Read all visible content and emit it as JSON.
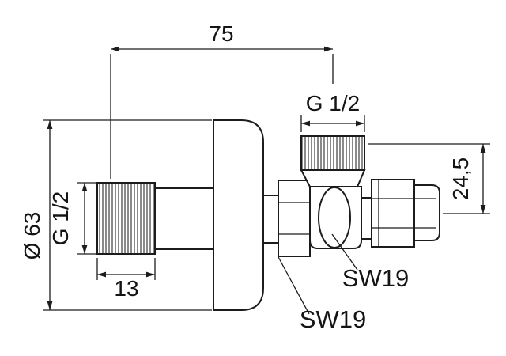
{
  "page": {
    "background": "#ffffff"
  },
  "drawing": {
    "subject": "Angle valve - dimensioned technical side view",
    "line_color": "#1c1c1c",
    "dimensions": {
      "overall_width": "75",
      "top_thread": "G 1/2",
      "outlet_offset_height": "24,5",
      "flange_diameter": "Ø 63",
      "inlet_thread": "G 1/2",
      "inlet_thread_length": "13"
    },
    "labels": {
      "body_nut_wrench": "SW19",
      "outlet_nut_wrench": "SW19"
    }
  }
}
